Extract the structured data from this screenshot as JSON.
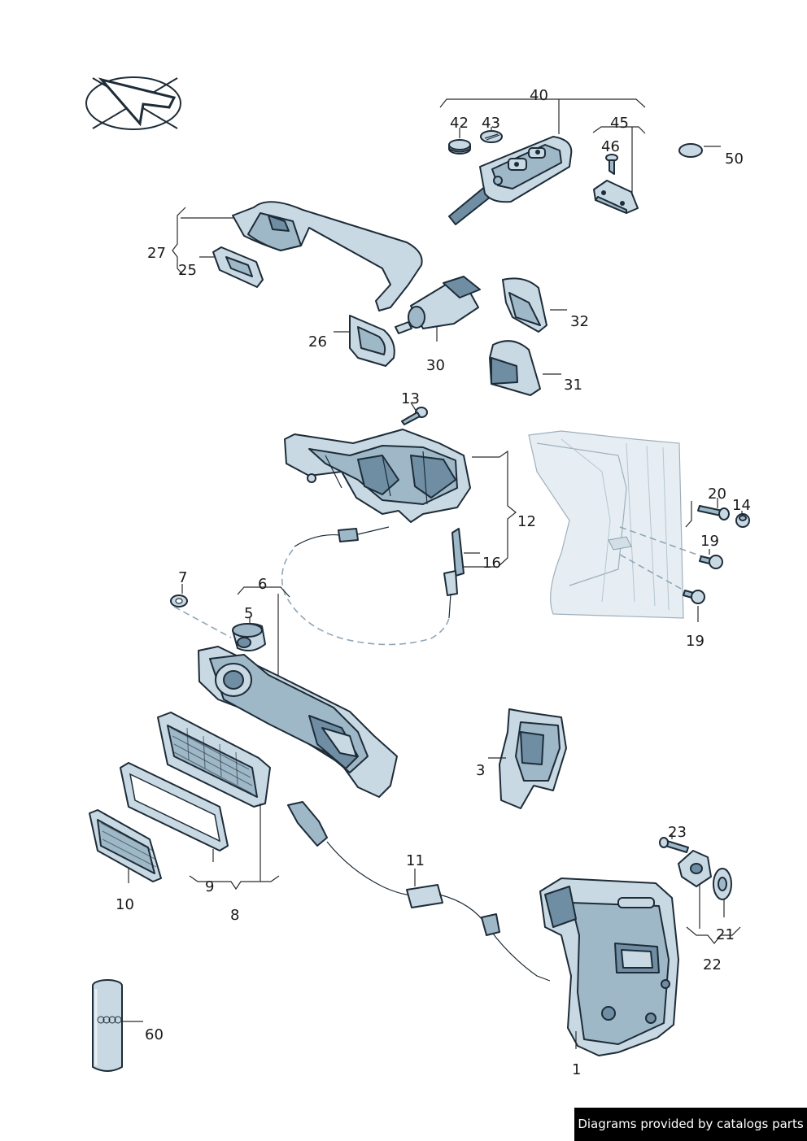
{
  "callouts": {
    "c1": "1",
    "c3": "3",
    "c5": "5",
    "c6": "6",
    "c7": "7",
    "c8": "8",
    "c9": "9",
    "c10": "10",
    "c11": "11",
    "c12": "12",
    "c13": "13",
    "c14": "14",
    "c16": "16",
    "c19a": "19",
    "c19b": "19",
    "c20": "20",
    "c21": "21",
    "c22": "22",
    "c23": "23",
    "c25": "25",
    "c26": "26",
    "c27": "27",
    "c30": "30",
    "c31": "31",
    "c32": "32",
    "c40": "40",
    "c42": "42",
    "c43": "43",
    "c45": "45",
    "c46": "46",
    "c50": "50",
    "c60": "60"
  },
  "footer": {
    "text": "Diagrams provided by catalogs parts"
  },
  "colors": {
    "part_fill": "#c9d9e3",
    "part_shade": "#9fb8c8",
    "part_dark": "#6f8ea3",
    "outline": "#1d2c38",
    "footer_bg": "#000000"
  }
}
